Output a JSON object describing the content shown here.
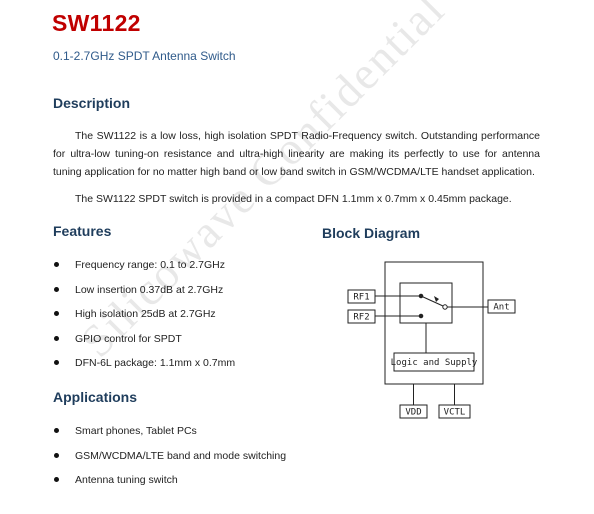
{
  "header": {
    "title": "SW1122",
    "subtitle": "0.1-2.7GHz SPDT Antenna Switch"
  },
  "description": {
    "heading": "Description",
    "paragraphs": [
      "The SW1122 is a low loss, high isolation SPDT Radio-Frequency switch. Outstanding performance for ultra-low tuning-on resistance and ultra-high linearity are making its perfectly to use for antenna tuning application for no matter high band or low band switch in GSM/WCDMA/LTE handset application.",
      "The SW1122 SPDT switch is provided in a compact DFN 1.1mm x 0.7mm x 0.45mm package."
    ]
  },
  "features": {
    "heading": "Features",
    "items": [
      "Frequency range: 0.1 to 2.7GHz",
      "Low insertion 0.37dB at 2.7GHz",
      "High isolation 25dB at 2.7GHz",
      "GPIO control for SPDT",
      "DFN-6L package: 1.1mm x 0.7mm"
    ]
  },
  "applications": {
    "heading": "Applications",
    "items": [
      "Smart phones, Tablet PCs",
      "GSM/WCDMA/LTE band and mode switching",
      "Antenna tuning switch"
    ]
  },
  "block_diagram": {
    "heading": "Block Diagram",
    "rf1": "RF1",
    "rf2": "RF2",
    "ant": "Ant",
    "logic": "Logic and Supply",
    "vdd": "VDD",
    "vctl": "VCTL"
  },
  "watermark": "Silicowave Confidential"
}
